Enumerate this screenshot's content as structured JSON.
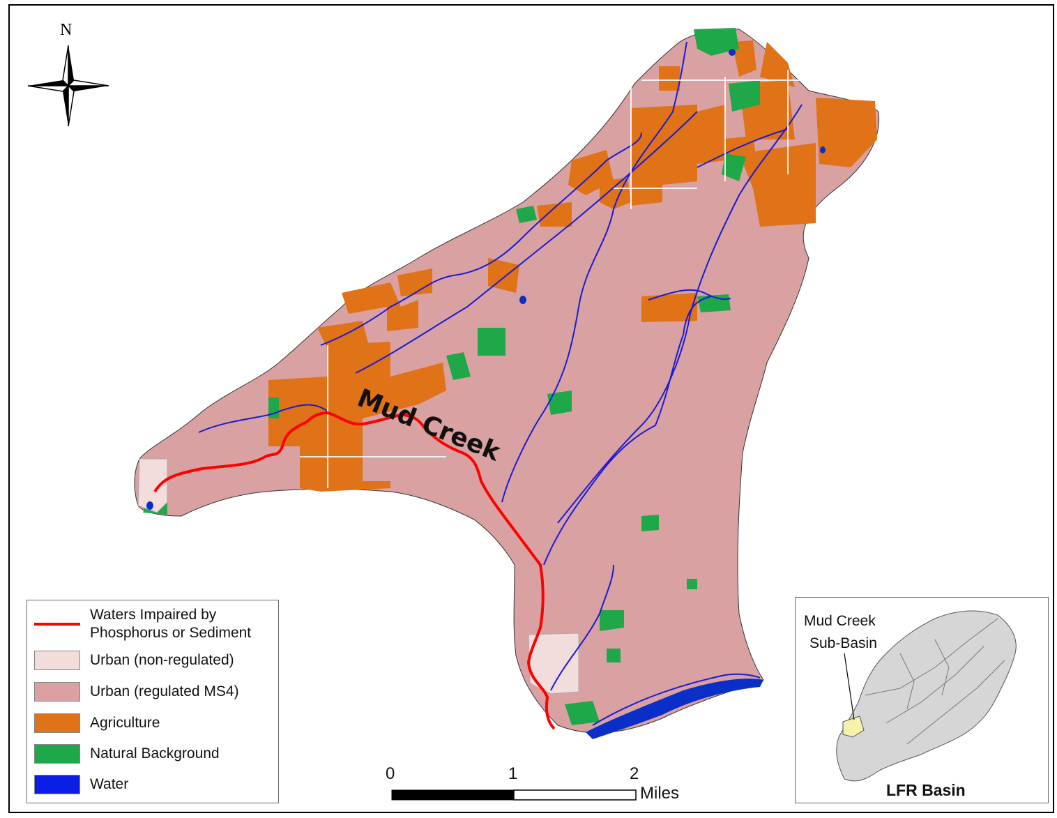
{
  "map": {
    "stream_label": "Mud Creek",
    "north_label": "N"
  },
  "legend": {
    "items": [
      {
        "label_line1": "Waters Impaired by",
        "label_line2": "Phosphorus or Sediment",
        "kind": "line",
        "color": "#ff0000"
      },
      {
        "label": "Urban (non-regulated)",
        "kind": "fill",
        "color": "#f2dcdc"
      },
      {
        "label": "Urban (regulated MS4)",
        "kind": "fill",
        "color": "#d9a1a1"
      },
      {
        "label": "Agriculture",
        "kind": "fill",
        "color": "#e07217"
      },
      {
        "label": "Natural Background",
        "kind": "fill",
        "color": "#1fa84a"
      },
      {
        "label": "Water",
        "kind": "fill",
        "color": "#0a1ee6"
      }
    ]
  },
  "scale_bar": {
    "tick0": "0",
    "tick1": "1",
    "tick2": "2",
    "units": "Miles"
  },
  "inset": {
    "callout_line1": "Mud Creek",
    "callout_line2": "Sub-Basin",
    "basin_label": "LFR Basin",
    "highlight_color": "#f5f3a8",
    "basin_color": "#d6d6d6"
  }
}
